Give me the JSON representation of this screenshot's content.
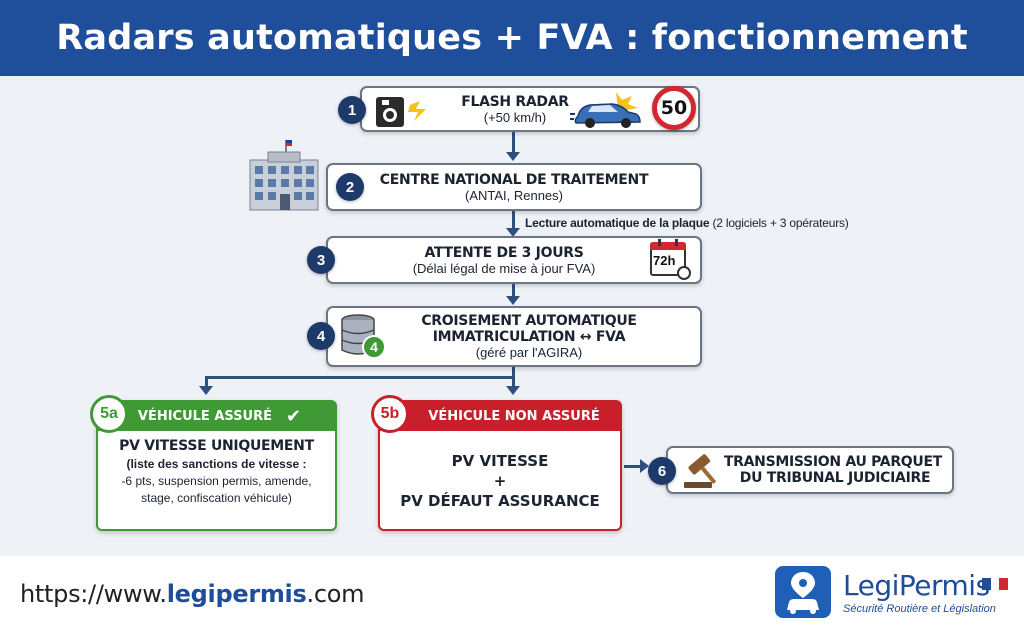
{
  "header": {
    "title": "Radars automatiques + FVA : fonctionnement"
  },
  "steps": {
    "s1": {
      "num": "1",
      "title": "FLASH RADAR",
      "sub": "(+50 km/h)",
      "speed_sign": "50"
    },
    "s2": {
      "num": "2",
      "title": "CENTRE NATIONAL DE TRAITEMENT",
      "sub": "(ANTAI, Rennes)"
    },
    "note": {
      "bold": "Lecture automatique de la plaque",
      "rest": " (2 logiciels + 3 opérateurs)"
    },
    "s3": {
      "num": "3",
      "title": "ATTENTE DE 3 JOURS",
      "sub": "(Délai légal de mise à jour FVA)",
      "calendar": "72h"
    },
    "s4": {
      "num": "4",
      "title_l1": "CROISEMENT AUTOMATIQUE",
      "title_l2": "IMMATRICULATION ↔ FVA",
      "sub": "(géré par l'AGIRA)",
      "db_badge": "4"
    },
    "s5a": {
      "num": "5a",
      "head": "VÉHICULE ASSURÉ",
      "title": "PV VITESSE UNIQUEMENT",
      "sub_bold": "(liste des sanctions de vitesse :",
      "sub_l2": "-6 pts, suspension permis, amende,",
      "sub_l3": "stage, confiscation véhicule)"
    },
    "s5b": {
      "num": "5b",
      "head": "VÉHICULE NON ASSURÉ",
      "l1": "PV VITESSE",
      "plus": "+",
      "l2": "PV DÉFAUT ASSURANCE"
    },
    "s6": {
      "num": "6",
      "title_l1": "TRANSMISSION AU PARQUET",
      "title_l2": "DU TRIBUNAL JUDICIAIRE"
    }
  },
  "footer": {
    "url_prefix": "https://www.",
    "url_brand": "legipermis",
    "url_suffix": ".com",
    "logo_name": "LegiPermis",
    "logo_tagline": "Sécurité Routière et Législation"
  },
  "colors": {
    "header_blue": "#1f4f9a",
    "navy": "#1e3a6b",
    "green": "#3f9a36",
    "red": "#c8202a",
    "arrow": "#2f4f7f"
  }
}
